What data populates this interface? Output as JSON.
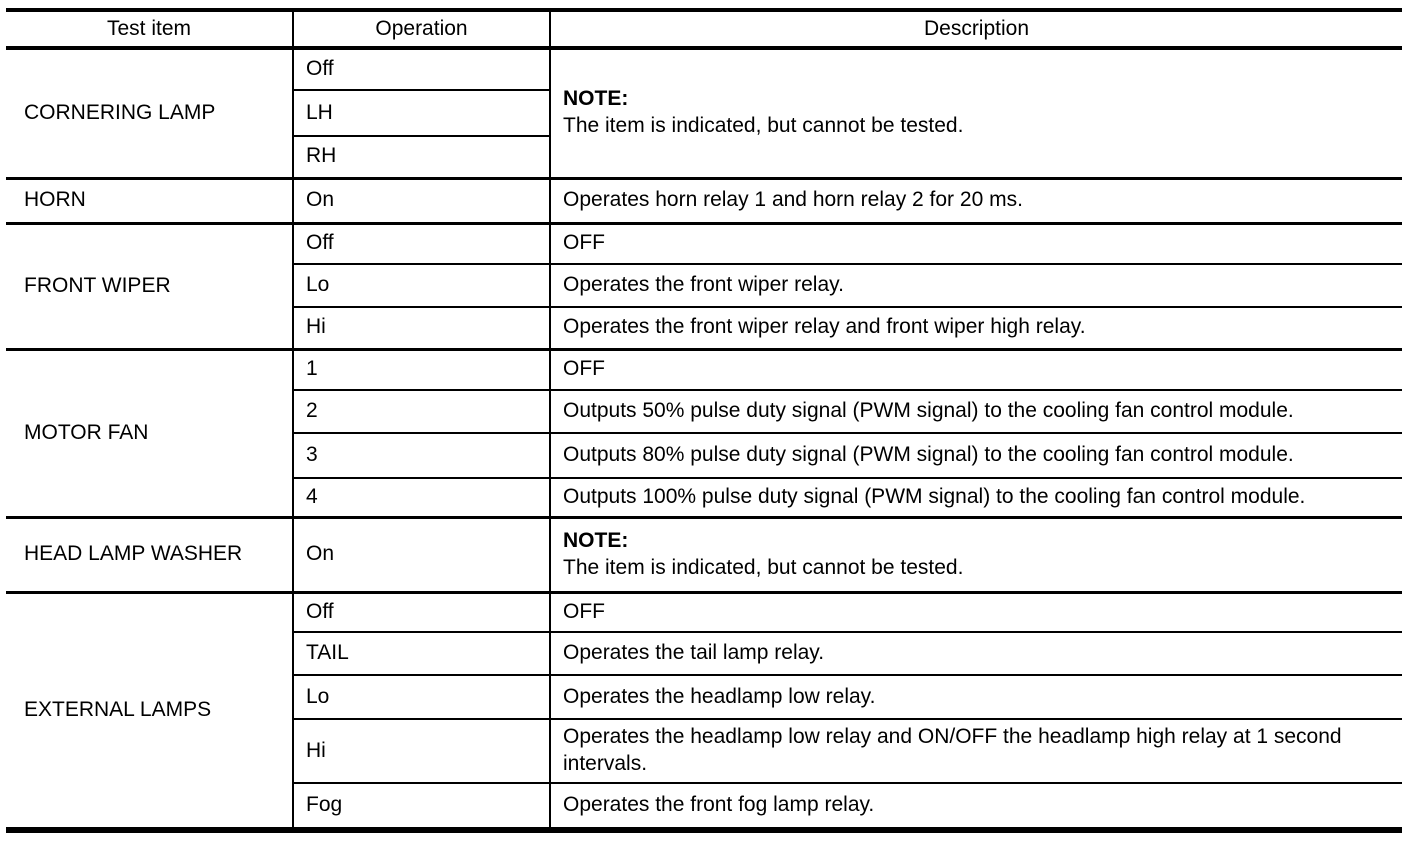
{
  "table": {
    "columns": [
      "Test item",
      "Operation",
      "Description"
    ],
    "groups": [
      {
        "test_item": "CORNERING LAMP",
        "note": {
          "label": "NOTE:",
          "text": "The item is indicated, but cannot be tested."
        },
        "rows": [
          {
            "operation": "Off"
          },
          {
            "operation": "LH"
          },
          {
            "operation": "RH"
          }
        ]
      },
      {
        "test_item": "HORN",
        "rows": [
          {
            "operation": "On",
            "description": "Operates horn relay 1 and horn relay 2 for 20 ms."
          }
        ]
      },
      {
        "test_item": "FRONT WIPER",
        "rows": [
          {
            "operation": "Off",
            "description": "OFF"
          },
          {
            "operation": "Lo",
            "description": "Operates the front wiper relay."
          },
          {
            "operation": "Hi",
            "description": "Operates the front wiper relay and front wiper high relay."
          }
        ]
      },
      {
        "test_item": "MOTOR FAN",
        "rows": [
          {
            "operation": "1",
            "description": "OFF"
          },
          {
            "operation": "2",
            "description": "Outputs 50% pulse duty signal (PWM signal) to the cooling fan control module."
          },
          {
            "operation": "3",
            "description": "Outputs 80% pulse duty signal (PWM signal) to the cooling fan control module."
          },
          {
            "operation": "4",
            "description": "Outputs 100% pulse duty signal (PWM signal) to the cooling fan control module."
          }
        ]
      },
      {
        "test_item": "HEAD LAMP WASHER",
        "rows": [
          {
            "operation": "On"
          }
        ],
        "note": {
          "label": "NOTE:",
          "text": "The item is indicated, but cannot be tested."
        }
      },
      {
        "test_item": "EXTERNAL LAMPS",
        "rows": [
          {
            "operation": "Off",
            "description": "OFF"
          },
          {
            "operation": "TAIL",
            "description": "Operates the tail lamp relay."
          },
          {
            "operation": "Lo",
            "description": "Operates the headlamp low relay."
          },
          {
            "operation": "Hi",
            "description": "Operates the headlamp low relay and ON/OFF the headlamp high relay at 1 second intervals."
          },
          {
            "operation": "Fog",
            "description": "Operates the front fog lamp relay."
          }
        ]
      }
    ]
  }
}
